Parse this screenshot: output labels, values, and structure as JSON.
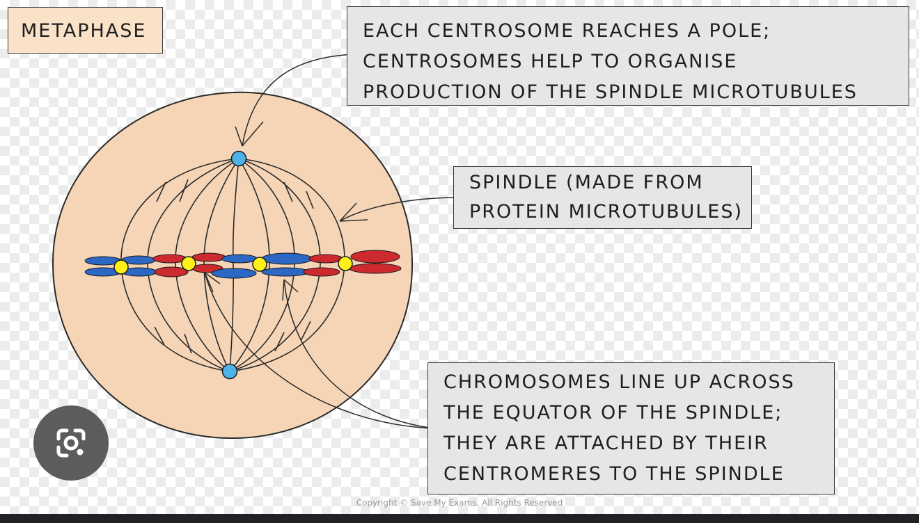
{
  "title": "METAPHASE",
  "labels": {
    "centrosome": [
      "EACH CENTROSOME REACHES A POLE;",
      "CENTROSOMES HELP TO ORGANISE",
      "PRODUCTION OF THE SPINDLE MICROTUBULES"
    ],
    "spindle": [
      "SPINDLE (MADE FROM",
      "PROTEIN MICROTUBULES)"
    ],
    "chromosomes": [
      "CHROMOSOMES LINE UP ACROSS",
      "THE EQUATOR OF THE SPINDLE;",
      "THEY ARE ATTACHED BY THEIR",
      "CENTROMERES TO THE SPINDLE"
    ]
  },
  "copyright": "Copyright © Save My Exams. All Rights Reserved",
  "colors": {
    "cell": "#f5d5b6",
    "chromatid_blue": "#2c67c4",
    "chromatid_red": "#cc2a2e",
    "centromere": "#fff01a",
    "centrosome": "#4eb2e8",
    "label_box": "#e6e6e6",
    "title_box": "#f9e2c8"
  },
  "icons": {
    "lens": "camera-lens-icon"
  }
}
